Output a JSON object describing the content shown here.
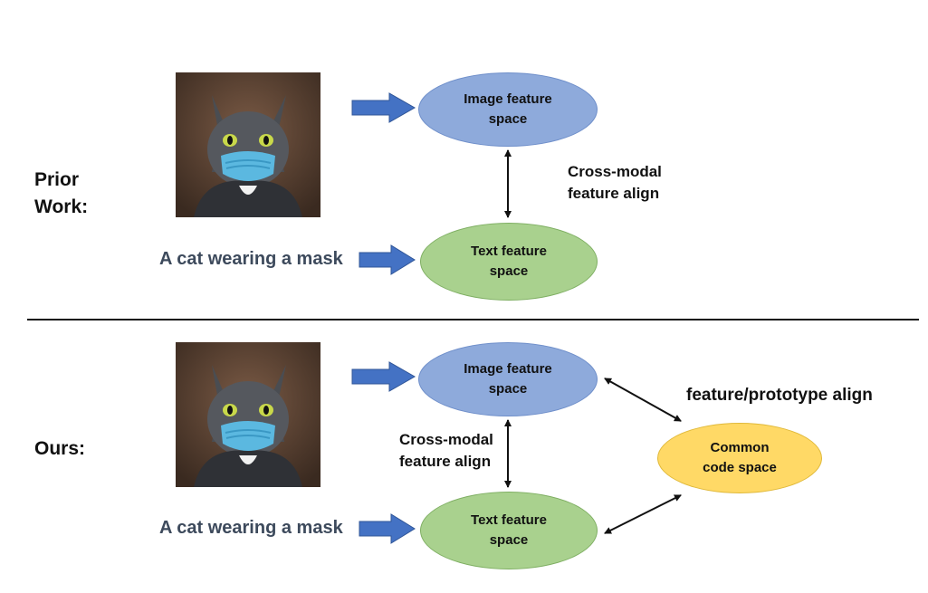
{
  "prior": {
    "label": "Prior\nWork:",
    "image_label": "Image feature space",
    "text_label": "Text feature space",
    "caption": "A cat wearing a mask",
    "align_note": "Cross-modal\nfeature align"
  },
  "ours": {
    "label": "Ours:",
    "image_label": "Image feature space",
    "text_label": "Text feature space",
    "caption": "A cat wearing a mask",
    "align_note": "Cross-modal\nfeature align",
    "common_label": "Common code space",
    "proto_note": "feature/prototype align"
  },
  "colors": {
    "image_space": "#8eaadb",
    "text_space": "#a9d18e",
    "common_space": "#ffd966",
    "arrow_fill": "#4472c4"
  },
  "icons": [
    "cat-photo-icon",
    "block-arrow-icon"
  ]
}
